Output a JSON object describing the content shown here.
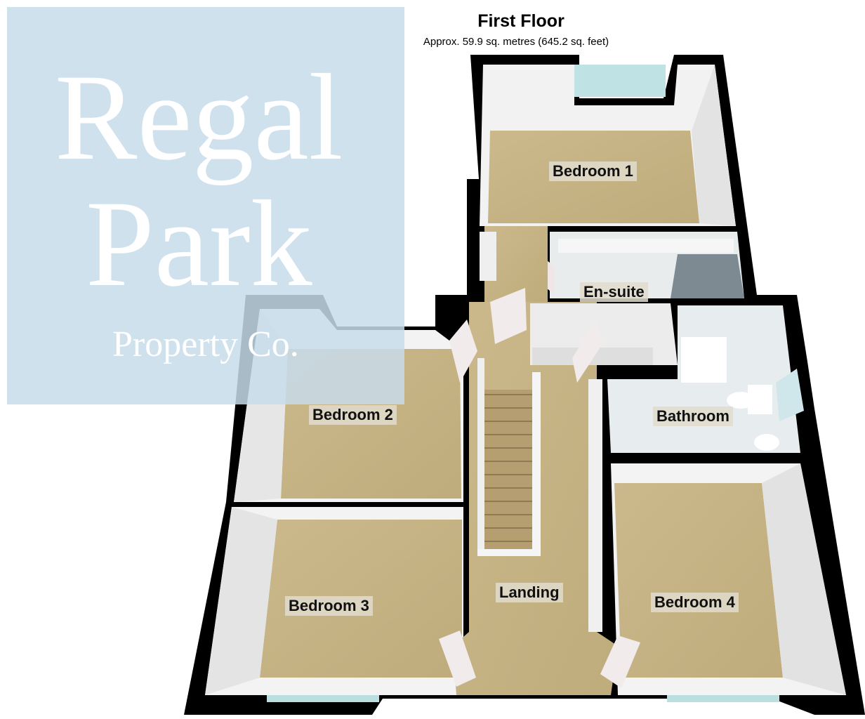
{
  "header": {
    "title": "First Floor",
    "subtitle": "Approx. 59.9 sq. metres (645.2 sq. feet)"
  },
  "rooms": {
    "bedroom1": "Bedroom 1",
    "ensuite": "En-suite",
    "bedroom2": "Bedroom 2",
    "bathroom": "Bathroom",
    "bedroom3": "Bedroom 3",
    "landing": "Landing",
    "bedroom4": "Bedroom 4"
  },
  "logo": {
    "line1": "Regal",
    "line2": "Park",
    "line3": "Property Co."
  },
  "colors": {
    "wall": "#000000",
    "wall_inner": "#f4f4f4",
    "carpet": "#c8b88c",
    "tile": "#e6ebee",
    "window": "#b9dfe0",
    "logo_bg": "#c8dceb"
  }
}
